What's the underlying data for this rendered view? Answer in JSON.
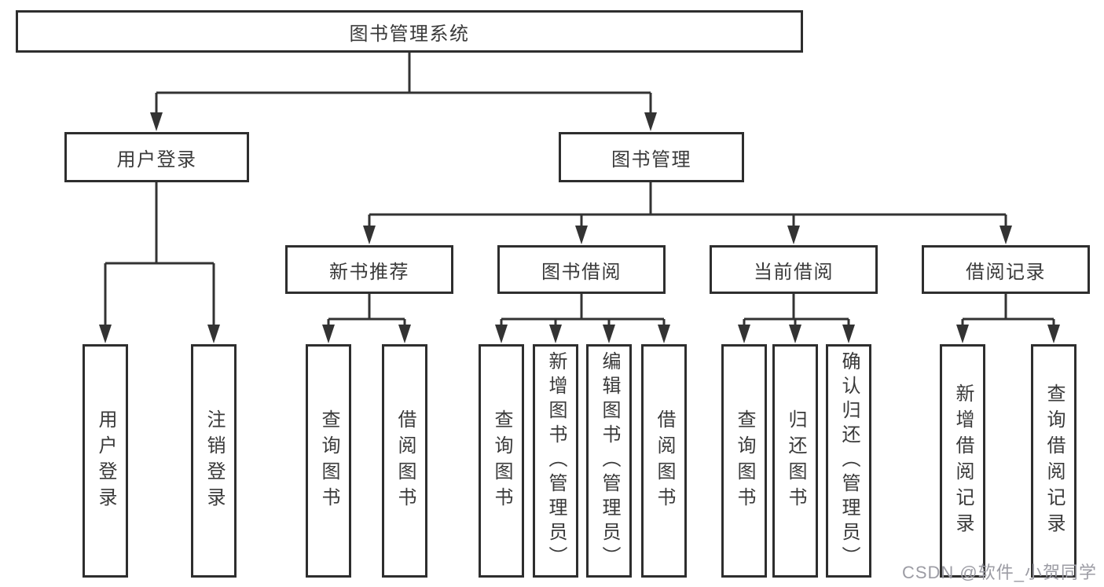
{
  "colors": {
    "line": "#333333",
    "box_border": "#2e2e2e",
    "text": "#3a3a3a",
    "background": "#ffffff",
    "watermark": "#9c9ca4"
  },
  "diagram": {
    "root": {
      "label": "图书管理系统"
    },
    "level2": [
      "用户登录",
      "图书管理"
    ],
    "level3": [
      "新书推荐",
      "图书借阅",
      "当前借阅",
      "借阅记录"
    ],
    "leaves": {
      "user_login": [
        "用户登录",
        "注销登录"
      ],
      "new_book_recommend": [
        "查询图书",
        "借阅图书"
      ],
      "book_borrow": [
        "查询图书",
        "新增图书（管理员）",
        "编辑图书（管理员）",
        "借阅图书"
      ],
      "current_borrow": [
        "查询图书",
        "归还图书",
        "确认归还（管理员）"
      ],
      "borrow_record": [
        "新增借阅记录",
        "查询借阅记录"
      ]
    }
  },
  "watermark": {
    "text": "CSDN @软件_小贺同学"
  }
}
